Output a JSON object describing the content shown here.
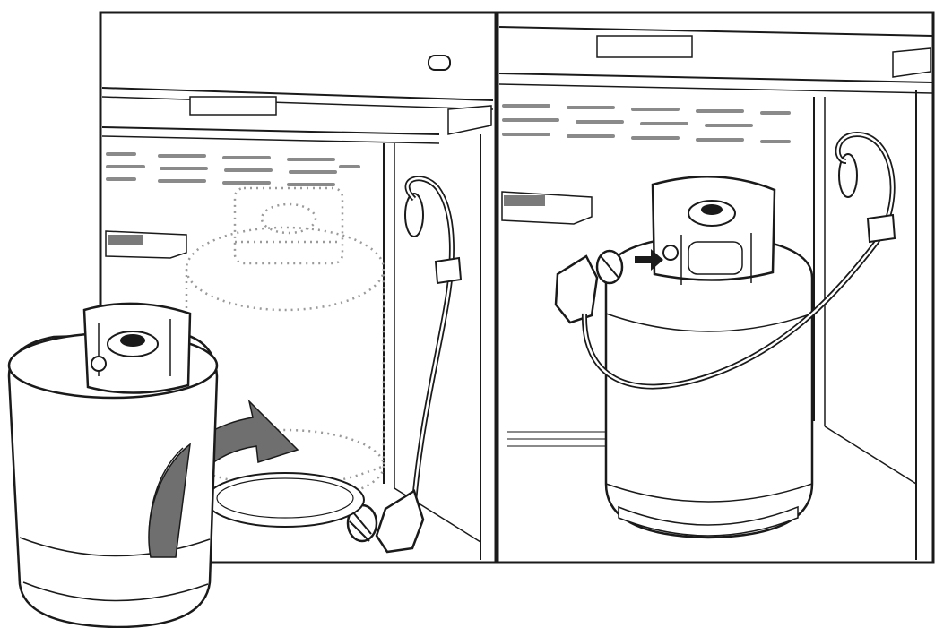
{
  "figure": {
    "panels": [
      {
        "id": "left",
        "step": "place-tank"
      },
      {
        "id": "right",
        "step": "connect-regulator"
      }
    ],
    "colors": {
      "line": "#1a1a1a",
      "fill": "#ffffff",
      "arrow": "#6f6f6f",
      "dotted": "#9a9a9a",
      "vents": "#8a8a8a"
    },
    "icons": [
      "propane-tank",
      "regulator-hose",
      "curved-arrow",
      "connect-arrow"
    ]
  }
}
